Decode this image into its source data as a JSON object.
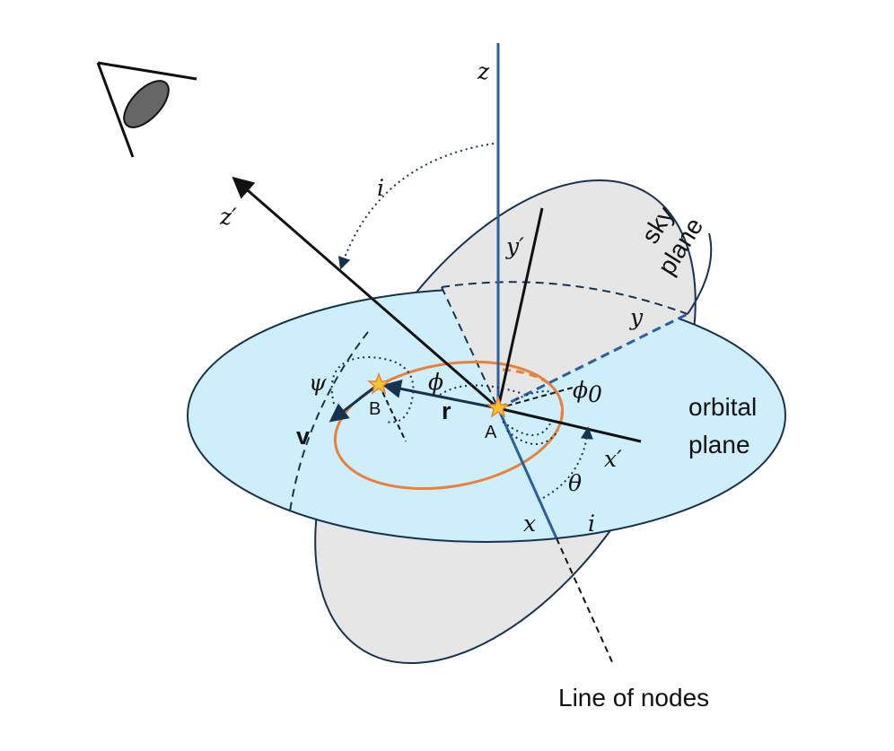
{
  "colors": {
    "sky_plane_fill": "#e6e6e6",
    "orbital_plane_fill": "#cdeefa",
    "outline": "#16324f",
    "axis_blue": "#2a5fa0",
    "orbit": "#e8813a",
    "star": "#f7c52b",
    "eye": "#666666"
  },
  "labels": {
    "z": "z",
    "z_prime": "z′",
    "y": "y",
    "y_prime": "y′",
    "x": "x",
    "x_prime": "x′",
    "i_top": "i",
    "i_bottom": "i",
    "theta": "θ",
    "phi": "ϕ",
    "phi0": "ϕ",
    "phi0_sub": "0",
    "psi": "ψ",
    "r": "r",
    "v": "v",
    "A": "A",
    "B": "B",
    "sky_plane_line1": "sky",
    "sky_plane_line2": "plane",
    "orbital_plane_line1": "orbital",
    "orbital_plane_line2": "plane",
    "line_of_nodes": "Line of nodes"
  },
  "icons": {
    "observer": "eye-icon",
    "star_a": "star-icon",
    "star_b": "star-icon"
  }
}
